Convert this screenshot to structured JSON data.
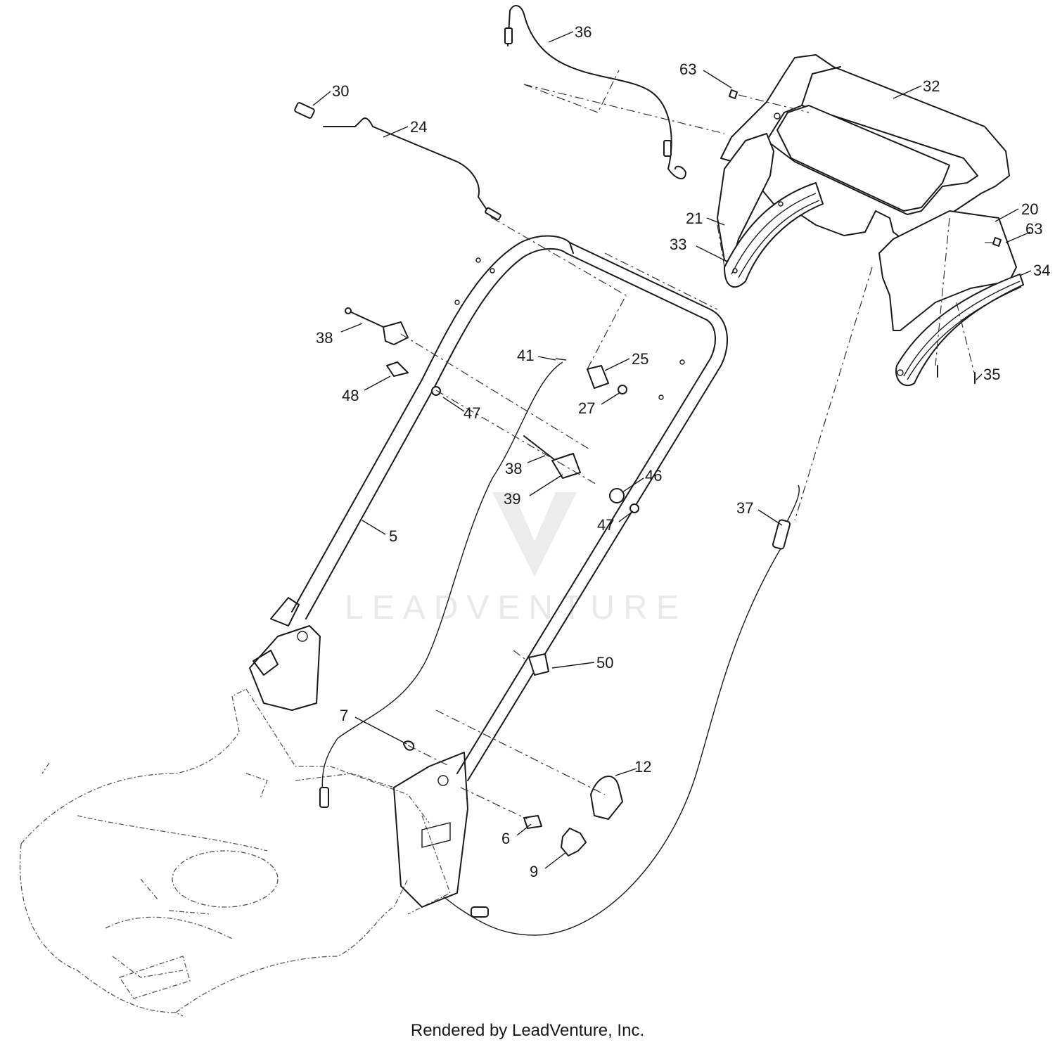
{
  "watermark": {
    "text": "LEADVENTURE"
  },
  "footer": {
    "text": "Rendered by LeadVenture, Inc."
  },
  "callouts": {
    "c36": "36",
    "c30": "30",
    "c24": "24",
    "c63a": "63",
    "c32": "32",
    "c21": "21",
    "c33": "33",
    "c20": "20",
    "c63b": "63",
    "c34": "34",
    "c35": "35",
    "c38a": "38",
    "c48": "48",
    "c47a": "47",
    "c41": "41",
    "c25": "25",
    "c27": "27",
    "c38b": "38",
    "c39": "39",
    "c46": "46",
    "c47b": "47",
    "c5": "5",
    "c37": "37",
    "c50": "50",
    "c7": "7",
    "c12": "12",
    "c6": "6",
    "c9": "9"
  }
}
